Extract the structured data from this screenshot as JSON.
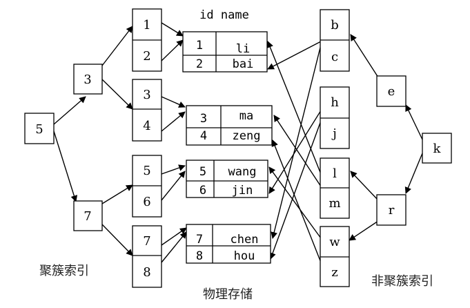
{
  "header": {
    "columns": "id name"
  },
  "labels": {
    "clustered": "聚簇索引",
    "physical": "物理存储",
    "nonclustered": "非聚簇索引"
  },
  "clustered_tree": {
    "root": "5",
    "level1": [
      "3",
      "7"
    ],
    "leaves": [
      "1",
      "2",
      "3",
      "4",
      "5",
      "6",
      "7",
      "8"
    ]
  },
  "rows": [
    {
      "id": "1",
      "name": "li"
    },
    {
      "id": "2",
      "name": "bai"
    },
    {
      "id": "3",
      "name": "ma"
    },
    {
      "id": "4",
      "name": "zeng"
    },
    {
      "id": "5",
      "name": "wang"
    },
    {
      "id": "6",
      "name": "jin"
    },
    {
      "id": "7",
      "name": "chen"
    },
    {
      "id": "8",
      "name": "hou"
    }
  ],
  "nonclustered_tree": {
    "root": "k",
    "level1": [
      "e",
      "r"
    ],
    "leaves": [
      "b",
      "c",
      "h",
      "j",
      "l",
      "m",
      "w",
      "z"
    ]
  }
}
